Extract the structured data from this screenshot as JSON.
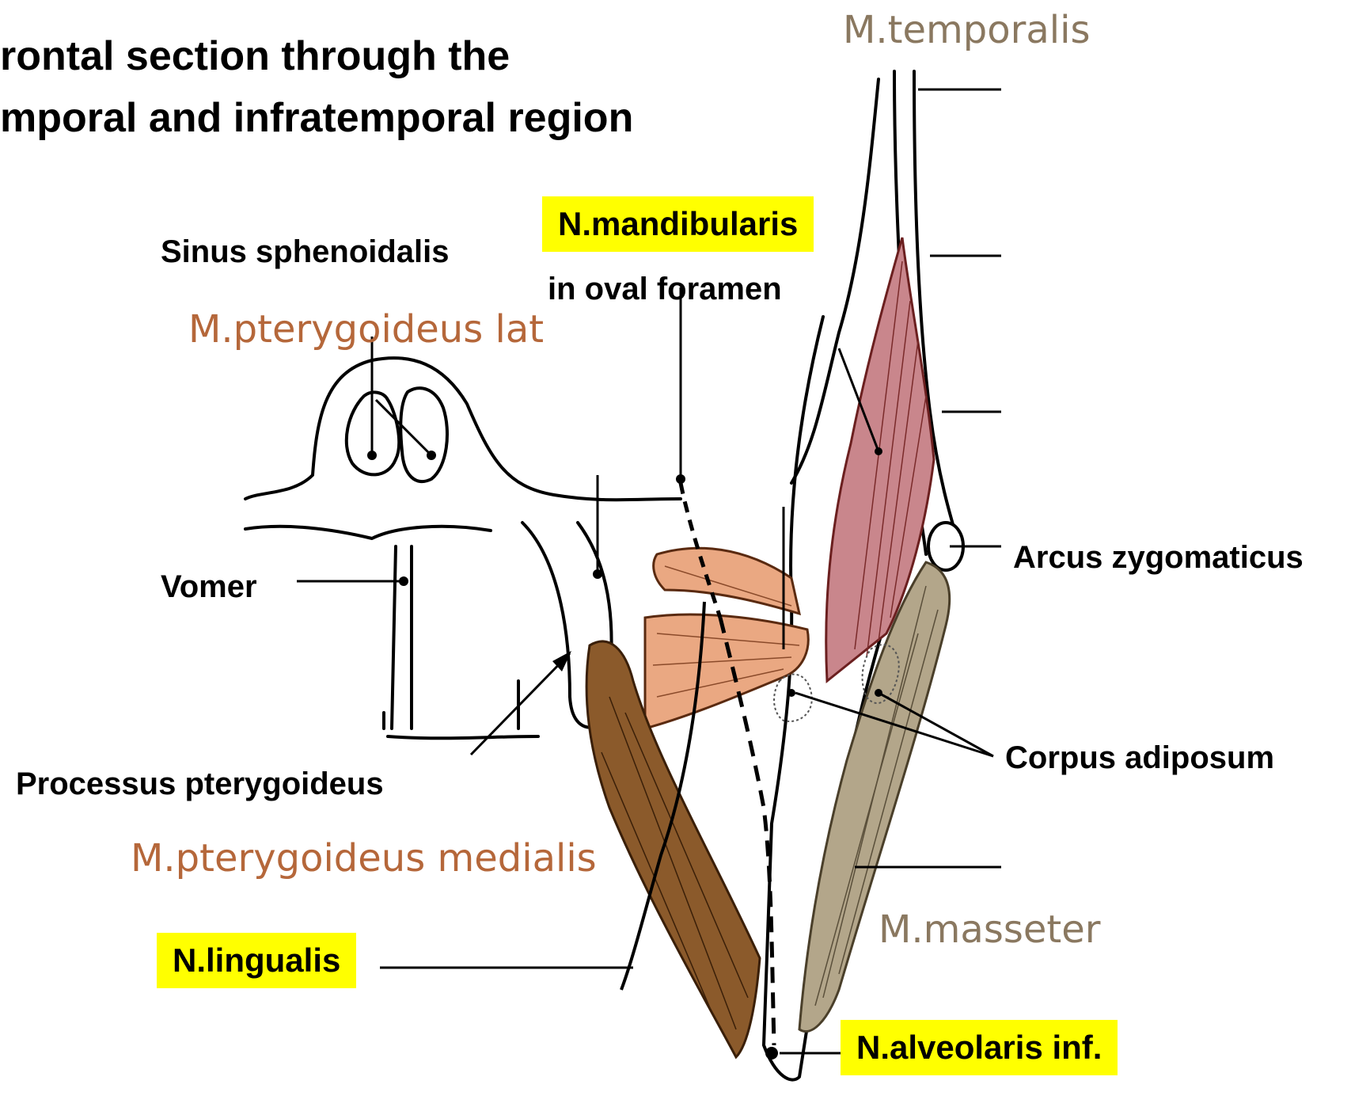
{
  "title": {
    "line1": "rontal section through the",
    "line2": "mporal and infratemporal region"
  },
  "labels": {
    "temporalis": "M.temporalis",
    "mandibularis": "N.mandibularis",
    "oval_foramen": "in oval foramen",
    "sinus": "Sinus sphenoidalis",
    "pteryg_lat": "M.pterygoideus lat",
    "vomer": "Vomer",
    "arcus": "Arcus zygomaticus",
    "corpus": "Corpus adiposum",
    "processus": "Processus pterygoideus",
    "pteryg_med": "M.pterygoideus medialis",
    "masseter": "M.masseter",
    "lingualis": "N.lingualis",
    "alveolaris": "N.alveolaris inf."
  },
  "colors": {
    "highlight": "#ffff00",
    "muscle_label": "#b5673a",
    "masseter_label": "#8a7860",
    "temporalis_fill": "#c9868c",
    "pteryg_lat_fill": "#eaa882",
    "pteryg_med_fill": "#8b5a2b",
    "masseter_fill": "#b3a68a"
  }
}
